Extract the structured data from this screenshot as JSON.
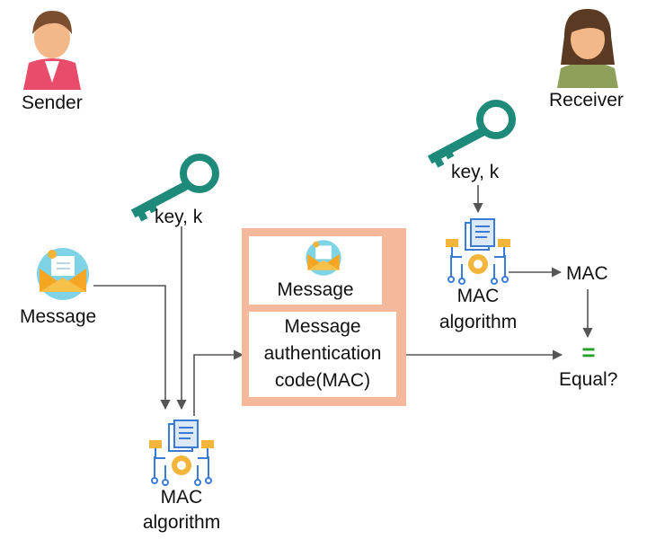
{
  "sender": {
    "label": "Sender"
  },
  "receiver": {
    "label": "Receiver"
  },
  "sender_side": {
    "message_label": "Message",
    "key_label": "key, k",
    "algo_line1": "MAC",
    "algo_line2": "algorithm"
  },
  "bundle": {
    "message_label": "Message",
    "mac_line1": "Message",
    "mac_line2": "authentication",
    "mac_line3": "code(MAC)",
    "fill_color": "#f6b89a"
  },
  "receiver_side": {
    "key_label": "key, k",
    "algo_line1": "MAC",
    "algo_line2": "algorithm",
    "mac_label": "MAC",
    "equal_symbol": "=",
    "equal_label": "Equal?"
  },
  "colors": {
    "arrow": "#555555",
    "key": "#1d8a7a",
    "equal": "#22a02a"
  },
  "icons": [
    "sender-avatar-icon",
    "receiver-avatar-icon",
    "envelope-icon",
    "key-icon",
    "mac-algorithm-icon"
  ]
}
